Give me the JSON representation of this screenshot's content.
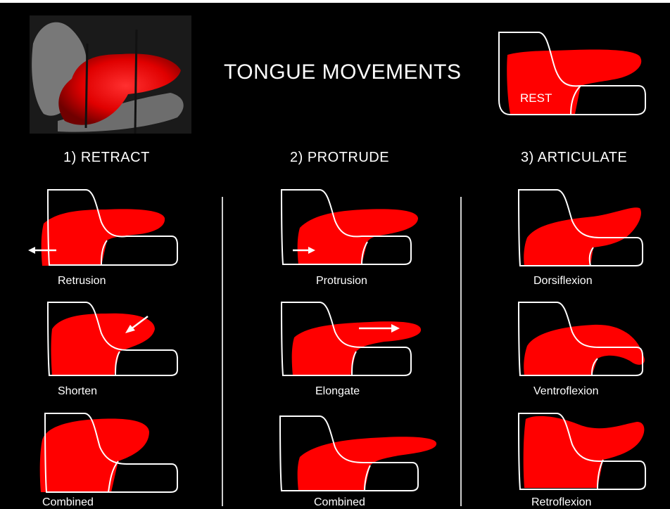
{
  "title": "TONGUE MOVEMENTS",
  "rest_label": "REST",
  "columns": [
    {
      "heading": "1) RETRACT",
      "items": [
        "Retrusion",
        "Shorten",
        "Combined"
      ]
    },
    {
      "heading": "2)  PROTRUDE",
      "items": [
        "Protrusion",
        "Elongate",
        "Combined"
      ]
    },
    {
      "heading": "3)  ARTICULATE",
      "items": [
        "Dorsiflexion",
        "Ventroflexion",
        "Retroflexion"
      ]
    }
  ],
  "colors": {
    "background": "#000000",
    "tongue": "#ff0000",
    "outline": "#ffffff"
  }
}
